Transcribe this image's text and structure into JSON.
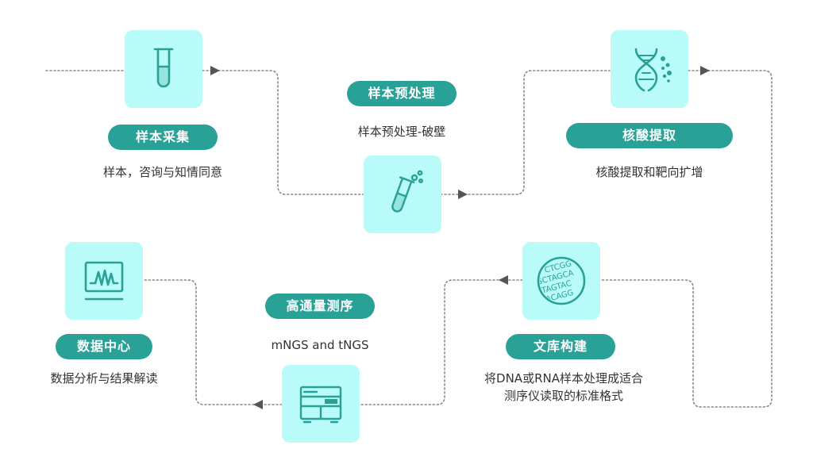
{
  "colors": {
    "accent": "#2aa197",
    "icon_bg": "#b8fbf8",
    "line": "#888888",
    "text": "#333333"
  },
  "steps": [
    {
      "id": "sample-collection",
      "title": "样本采集",
      "desc": "样本，咨询与知情同意",
      "icon": "test-tube-icon"
    },
    {
      "id": "pretreatment",
      "title": "样本预处理",
      "desc": "样本预处理-破壁",
      "icon": "tilted-tube-icon"
    },
    {
      "id": "extraction",
      "title": "核酸提取",
      "desc": "核酸提取和靶向扩增",
      "icon": "dna-helix-icon"
    },
    {
      "id": "library",
      "title": "文库构建",
      "desc_lines": [
        "将DNA或RNA样本处理成适合",
        "测序仪读取的标准格式"
      ],
      "icon": "sequence-disc-icon"
    },
    {
      "id": "sequencing",
      "title": "高通量测序",
      "desc": "mNGS and tNGS",
      "icon": "sequencer-icon"
    },
    {
      "id": "data-center",
      "title": "数据中心",
      "desc": "数据分析与结果解读",
      "icon": "monitor-chart-icon"
    }
  ],
  "library_disc_text": [
    "CTCGG",
    "GCTAGCA",
    "TAGTAC",
    "ACAGG"
  ]
}
